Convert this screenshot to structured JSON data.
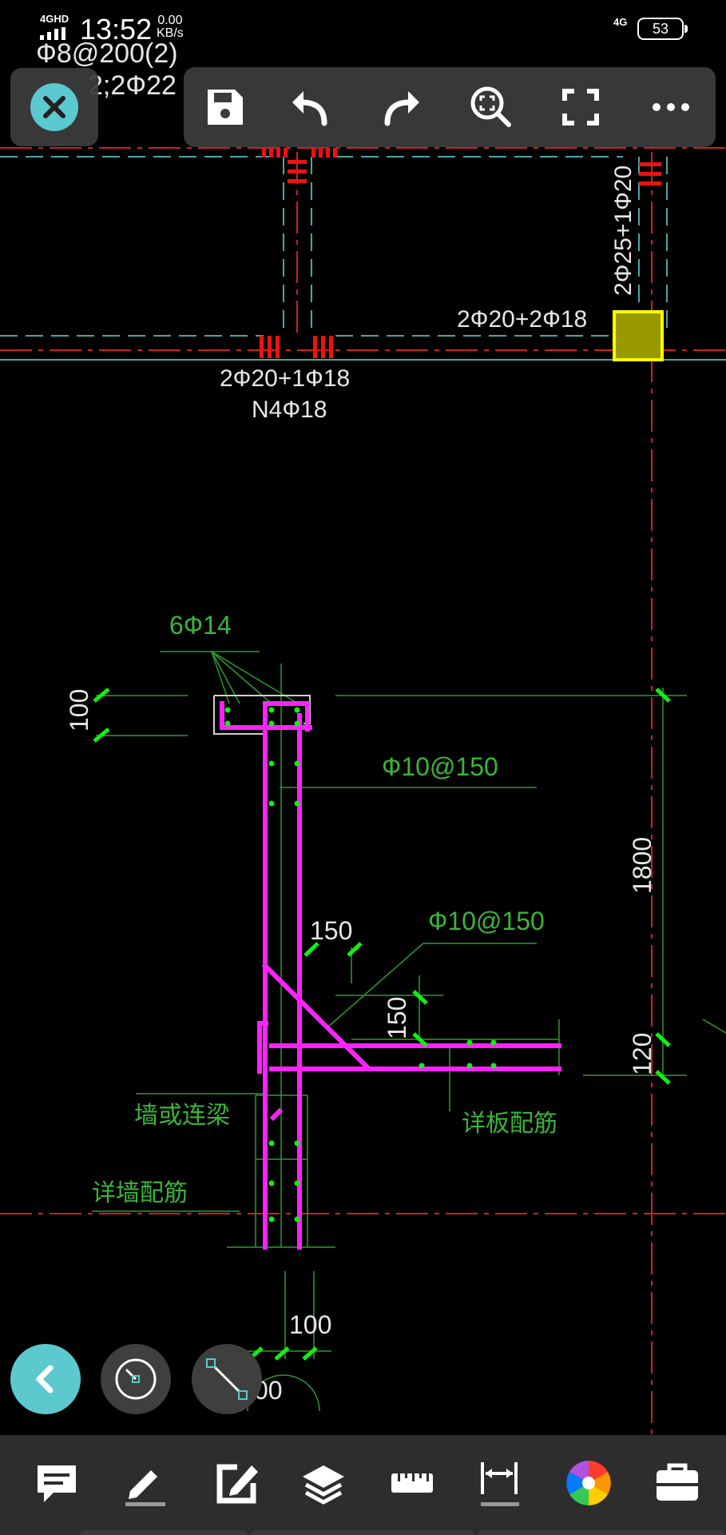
{
  "status_bar": {
    "network": "4GHD",
    "time": "13:52",
    "speed_value": "0.00",
    "speed_unit": "KB/s",
    "network_right": "4G",
    "battery": "53"
  },
  "drawing": {
    "top_partial_1": "Ф8@200(2)",
    "top_partial_2": "2;2Ф22",
    "vertical_label": "2Ф25+1Ф20",
    "beam_label_right": "2Ф20+2Ф18",
    "beam_label_bottom_1": "2Ф20+1Ф18",
    "beam_label_bottom_2": "N4Ф18",
    "rebar_6phi14": "6Ф14",
    "dim_100_top": "100",
    "stirrup_label_1": "Ф10@150",
    "dim_1800": "1800",
    "dim_150_h": "150",
    "stirrup_label_2": "Ф10@150",
    "dim_150_v": "150",
    "dim_120": "120",
    "note_wall_beam": "墙或连梁",
    "note_slab": "详板配筋",
    "note_wall": "详墙配筋",
    "dim_100_bottom": "100",
    "dim_partial_bottom": "00"
  },
  "colors": {
    "accent": "#5cc9cf",
    "rebar": "#ff22ff",
    "dimension": "#33cc33",
    "axis": "#cc2222",
    "selection": "#ffff00"
  },
  "toolbar_icons": [
    "save-icon",
    "undo-icon",
    "redo-icon",
    "zoom-fit-icon",
    "fullscreen-icon",
    "more-icon"
  ],
  "bottom_icons": [
    "comment-icon",
    "pencil-icon",
    "edit-icon",
    "layers-icon",
    "ruler-icon",
    "dimension-icon",
    "color-wheel-icon",
    "toolbox-icon"
  ]
}
